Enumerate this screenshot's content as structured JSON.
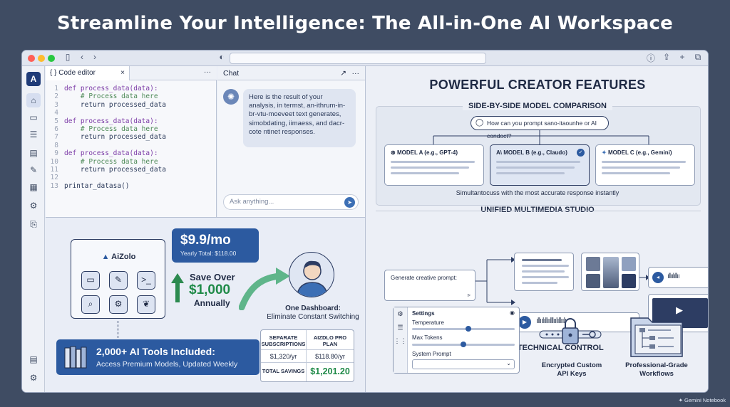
{
  "headline": "Streamline Your Intelligence: The All-in-One AI Workspace",
  "code_editor": {
    "tab_label": "{ } Code editor",
    "lines": [
      {
        "n": "1",
        "t": "def process_data(data):"
      },
      {
        "n": "2",
        "t": "    # Process data here"
      },
      {
        "n": "3",
        "t": "    return processed_data"
      },
      {
        "n": "4",
        "t": ""
      },
      {
        "n": "5",
        "t": "def process_data(data):"
      },
      {
        "n": "6",
        "t": "    # Process data here"
      },
      {
        "n": "7",
        "t": "    return processed_data"
      },
      {
        "n": "8",
        "t": ""
      },
      {
        "n": "9",
        "t": "def process_data(data):"
      },
      {
        "n": "10",
        "t": "    # Process data here"
      },
      {
        "n": "11",
        "t": "    return processed_data"
      },
      {
        "n": "12",
        "t": ""
      },
      {
        "n": "13",
        "t": "printar_datasa()"
      }
    ]
  },
  "chat": {
    "title": "Chat",
    "message": "Here is the result of your analysis, in termst, an-ithrum-in-br-vtu-moeveet text generates, simobdating, iimaess, and dacr-cote ntinet responses.",
    "input_placeholder": "Ask anything..."
  },
  "promo": {
    "app_name": "AiZolo",
    "price": "$9.9/mo",
    "yearly": "Yearly Total: $118.00",
    "save_over": "Save Over",
    "save_amount": "$1,000",
    "annually": "Annually",
    "dashboard_line1": "One Dashboard:",
    "dashboard_line2": "Eliminate Constant Switching",
    "tools_title": "2,000+ AI Tools Included:",
    "tools_sub": "Access Premium Models, Updated Weekly",
    "table": {
      "col1_head": "SEPARATE SUBSCRIPTIONS",
      "col2_head": "AIZDLO PRO PLAN",
      "col1_val": "$1,320/yr",
      "col2_val": "$118.80/yr",
      "total_label": "TOTAL SAVINGS",
      "total_val": "$1,201.20"
    }
  },
  "features": {
    "title": "POWERFUL CREATOR FEATURES",
    "section1": "SIDE-BY-SIDE MODEL COMPARISON",
    "prompt": "How can you prompt sano-itaounhe or AI condoct?",
    "model_a": "MODEL A (e.g., GPT-4)",
    "model_b": "MODEL B (e.g., Claudo)",
    "model_c": "MODEL C (e.g., Gemini)",
    "caption": "Simultantocuss with the most accurate response instantly",
    "section2": "UNIFIED MULTIMEDIA STUDIO",
    "gen_prompt": "Generate creative prompt:",
    "section3": "ADVANCED TECHNICAL CONTROL",
    "settings_title": "Settings",
    "temperature": "Temperature",
    "max_tokens": "Max Tokens",
    "system_prompt": "System Prompt",
    "temperature_level": 0.55,
    "max_tokens_level": 0.5,
    "api_keys_1": "Encrypted Custom",
    "api_keys_2": "API Keys",
    "workflows_1": "Professional-Grade",
    "workflows_2": "Workflows"
  },
  "watermark": "Gemini Notebook"
}
